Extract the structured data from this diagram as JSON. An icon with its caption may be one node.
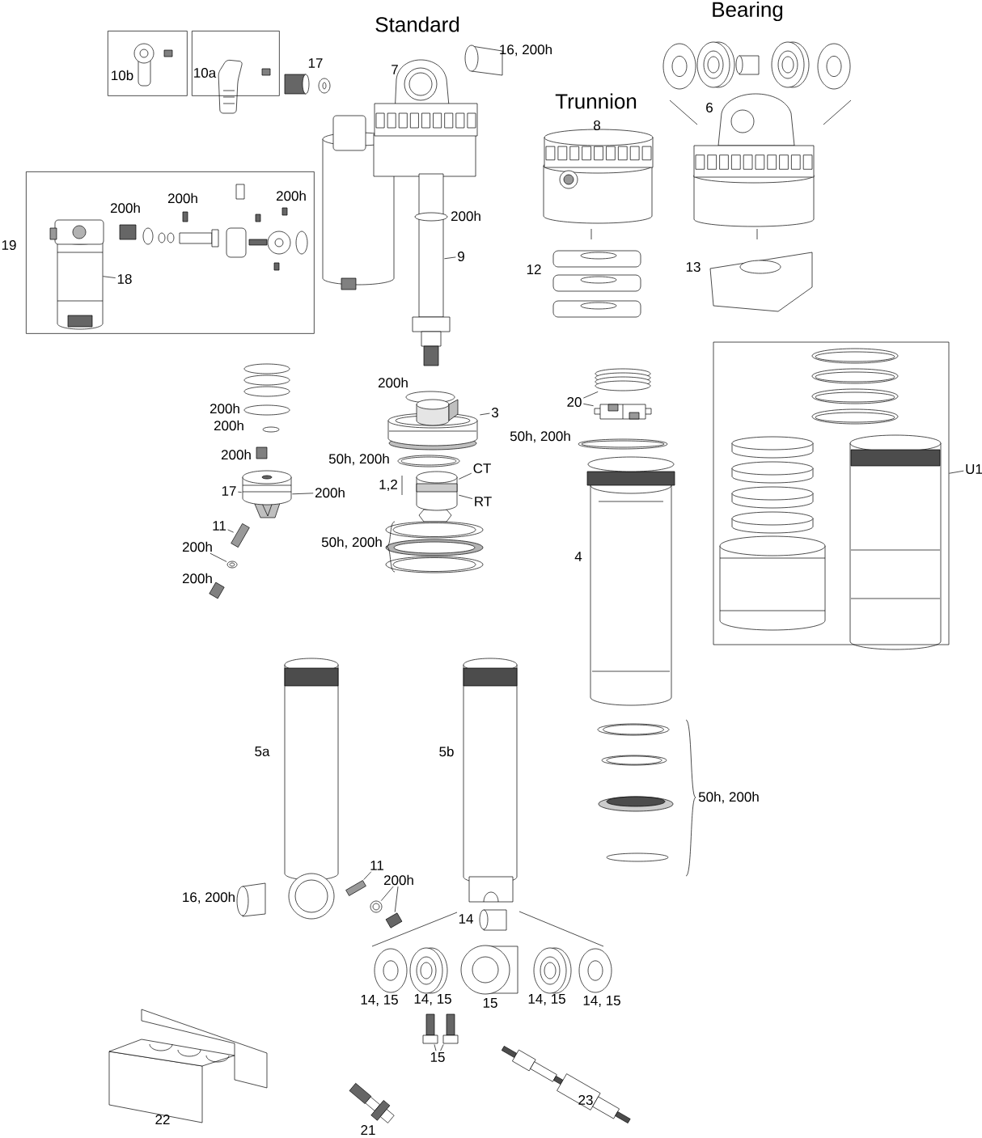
{
  "diagram": {
    "nodes": [
      {
        "text": [
          "10b"
        ]
      },
      {
        "text": [
          "10a"
        ]
      },
      {
        "text": [
          "19"
        ]
      },
      {
        "text": [],
        "shape": "picture",
        "in": 2
      },
      {
        "text": [
          "18"
        ],
        "in": 2
      },
      {
        "text": [],
        "shape": "picture"
      },
      {
        "text": [
          "9"
        ]
      },
      {
        "text": [],
        "shape": "box"
      },
      {
        "text": [
          "U1"
        ]
      },
      {
        "text": [],
        "shape": "picture"
      },
      {
        "text": [],
        "shape": "picture"
      },
      {
        "text": [
          "20"
        ]
      },
      {
        "text": [],
        "shape": "picture"
      },
      {
        "text": [
          "3"
        ]
      },
      {
        "text": [],
        "shape": "picture"
      },
      {
        "text": [
          "CT"
        ]
      },
      {
        "text": [
          "RT"
        ]
      },
      {
        "text": [],
        "shape": "picture"
      },
      {
        "text": [
          "17"
        ]
      },
      {
        "text": [
          "200h"
        ]
      },
      {
        "text": [],
        "shape": "picture"
      },
      {
        "text": [
          "11"
        ]
      },
      {
        "text": [],
        "shape": "picture"
      },
      {
        "text": [
          "200h"
        ]
      },
      {
        "text": [],
        "shape": "picture"
      },
      {
        "text": [
          "11"
        ]
      },
      {
        "text": [],
        "shape": "picture"
      },
      {
        "text": [],
        "shape": "picture"
      },
      {
        "text": [
          "200h"
        ]
      },
      {
        "text": [],
        "shape": "picture"
      },
      {
        "text": [],
        "shape": "picture"
      },
      {
        "text": [
          "15"
        ]
      },
      {
        "text": [],
        "shape": "picture",
        "beside": [
          "50h, 200h"
        ]
      },
      {
        "text": [],
        "shape": "picture",
        "beside": [
          "50h, 200h"
        ]
      }
    ],
    "edges": [
      {
        "from": 4,
        "to": 3,
        "arrow": "none"
      },
      {
        "from": 6,
        "to": 5,
        "arrow": "none"
      },
      {
        "from": 8,
        "to": 7,
        "arrow": "none"
      },
      {
        "from": 11,
        "to": 9,
        "arrow": "none"
      },
      {
        "from": 11,
        "to": 10,
        "arrow": "none"
      },
      {
        "from": 13,
        "to": 12,
        "arrow": "none"
      },
      {
        "from": 15,
        "to": 14,
        "arrow": "none"
      },
      {
        "from": 16,
        "to": 14,
        "arrow": "none"
      },
      {
        "from": 18,
        "to": 17,
        "arrow": "none"
      },
      {
        "from": 19,
        "to": 17,
        "arrow": "none"
      },
      {
        "from": 21,
        "to": 20,
        "arrow": "none"
      },
      {
        "from": 23,
        "to": 22,
        "arrow": "none"
      },
      {
        "from": 25,
        "to": 24,
        "arrow": "none"
      },
      {
        "from": 28,
        "to": 26,
        "arrow": "none"
      },
      {
        "from": 28,
        "to": 27,
        "arrow": "none"
      },
      {
        "from": 31,
        "to": 29,
        "arrow": "none"
      },
      {
        "from": 31,
        "to": 30,
        "arrow": "none"
      }
    ],
    "labels": [
      "Bearing",
      "Standard",
      "16, 200h",
      "17",
      "7",
      "Trunnion",
      "6",
      "8",
      "200h",
      "200h",
      "200h",
      "200h",
      "12",
      "13",
      "200h",
      "200h",
      "200h",
      "200h",
      "1,2",
      "50h, 200h",
      "4",
      "200h",
      "5a",
      "5b",
      "50h, 200h",
      "16, 200h",
      "14",
      "14, 15",
      "14, 15",
      "15",
      "14, 15",
      "14, 15",
      "23",
      "22",
      "21"
    ]
  }
}
